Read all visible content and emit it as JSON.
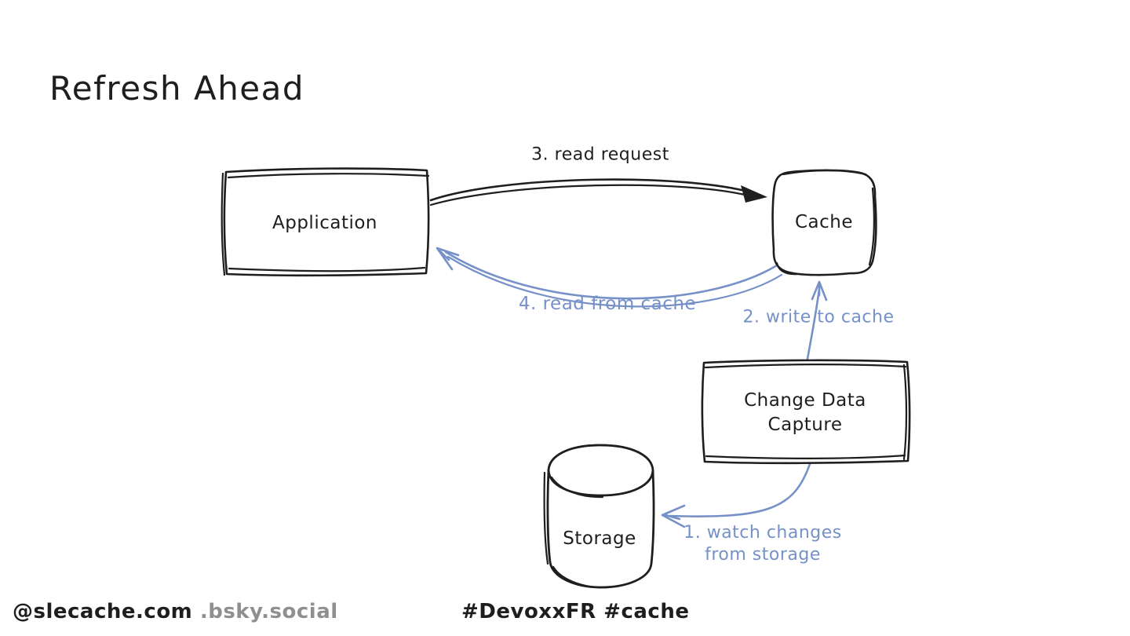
{
  "title": "Refresh Ahead",
  "colors": {
    "ink": "#1e1e1e",
    "accent_blue": "#7591c7",
    "muted_gray": "#8f8f8f",
    "background": "#ffffff"
  },
  "nodes": {
    "application": {
      "label": "Application"
    },
    "cache": {
      "label": "Cache"
    },
    "cdc": {
      "label_line1": "Change Data",
      "label_line2": "Capture"
    },
    "storage": {
      "label": "Storage"
    }
  },
  "edges": {
    "read_request": {
      "label": "3. read request",
      "from": "Application",
      "to": "Cache",
      "color": "#1e1e1e"
    },
    "read_from_cache": {
      "label": "4. read from cache",
      "from": "Cache",
      "to": "Application",
      "color": "#7591c7"
    },
    "write_to_cache": {
      "label": "2. write to cache",
      "from": "Change Data Capture",
      "to": "Cache",
      "color": "#7591c7"
    },
    "watch_changes": {
      "label_line1": "1. watch changes",
      "label_line2": "from storage",
      "from": "Change Data Capture",
      "to": "Storage",
      "color": "#7591c7"
    }
  },
  "footer": {
    "handle_primary": "@slecache.com",
    "handle_secondary": ".bsky.social",
    "hashtags": "#DevoxxFR #cache"
  }
}
